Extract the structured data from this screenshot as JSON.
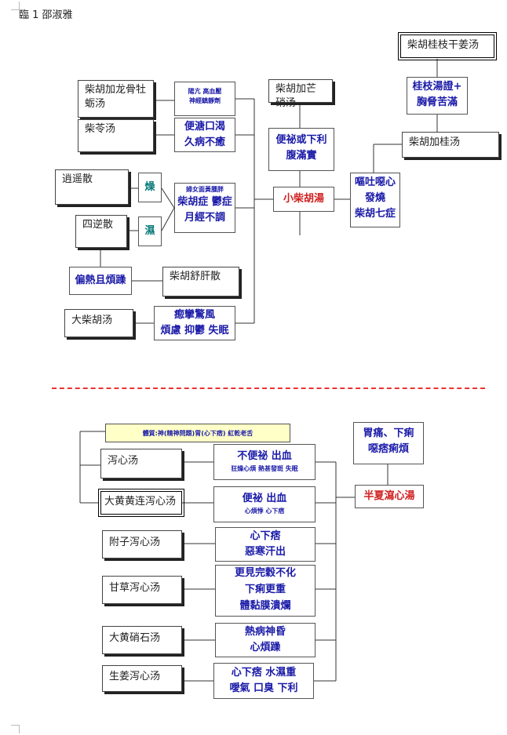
{
  "header": "臨 1  邵淑雅",
  "top": {
    "boxes": {
      "chaihu_longmu": "柴胡加龙骨牡蛎汤",
      "chailing": "柴苓汤",
      "xiaoyao": "逍遥散",
      "sini": "四逆散",
      "shugan": "柴胡舒肝散",
      "da_chaihu": "大柴胡汤",
      "mangxiao": "柴胡加芒硝汤",
      "guizhi_ganjiang": "柴胡桂枝干姜汤",
      "jiagui": "柴胡加桂汤"
    },
    "symptoms": {
      "yangkang": [
        "陽亢  高血壓",
        "神經鎮靜劑"
      ],
      "bianxie": [
        "便溏口渴",
        "久病不癒"
      ],
      "zao": "燥",
      "shi": "濕",
      "funv": [
        "婦女面黃腫胖",
        "柴胡症 鬱症",
        "月經不調"
      ],
      "piantare": "偏熱且煩躁",
      "jingluan": [
        "瘛攣驚風",
        "煩慮 抑鬱 失眠"
      ],
      "bianmi": [
        "便祕或下利",
        "腹滿實"
      ],
      "xiao_chaihu": "小柴胡湯",
      "outu": [
        "嘔吐噁心",
        "發燒",
        "柴胡七症"
      ],
      "guizhi_zheng": [
        "桂枝湯證+",
        "胸脅苦滿"
      ]
    }
  },
  "bottom": {
    "constitution": "體質:神(精神問題)胃(心下痞) 紅乾老舌",
    "banxia_symptoms": [
      "胃痛、下痢",
      "噁痞痢煩"
    ],
    "banxia": "半夏瀉心湯",
    "rows": [
      {
        "name": "泻心汤",
        "big": "不便祕  出血",
        "small": "狂燥心煩 熱甚發斑 失眠"
      },
      {
        "name": "大黄黄连泻心汤",
        "big": "便祕 出血",
        "small": "心煩悸 心下痞"
      },
      {
        "name": "附子泻心汤",
        "lines": [
          "心下痞",
          "惡寒汗出"
        ]
      },
      {
        "name": "甘草泻心汤",
        "lines": [
          "更見完穀不化",
          "下痢更重",
          "體黏膜潰爛"
        ]
      },
      {
        "name": "大黄硝石汤",
        "lines": [
          "熱病神昏",
          "心煩躁"
        ]
      },
      {
        "name": "生姜泻心汤",
        "lines": [
          "心下痞 水濕重",
          "噯氣 口臭 下利"
        ]
      }
    ]
  }
}
